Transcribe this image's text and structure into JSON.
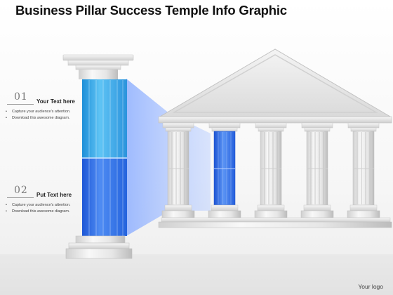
{
  "title": "Business Pillar Success Temple Info Graphic",
  "items": [
    {
      "number": "01",
      "heading": "Your Text here",
      "bullets": [
        "Capture your audience's  attention.",
        "Download this awesome diagram."
      ]
    },
    {
      "number": "02",
      "heading": "Put Text here",
      "bullets": [
        "Capture your audience's  attention.",
        "Download this awesome diagram."
      ]
    }
  ],
  "footer": {
    "logo": "Your logo"
  },
  "colors": {
    "pillar_blue_top": "#3aa8e8",
    "pillar_blue_bottom": "#2c6ee6",
    "pillar_white": "#f1f1f1",
    "pillar_shadow": "#c9c9c9",
    "projection": "#9ab8ff"
  }
}
